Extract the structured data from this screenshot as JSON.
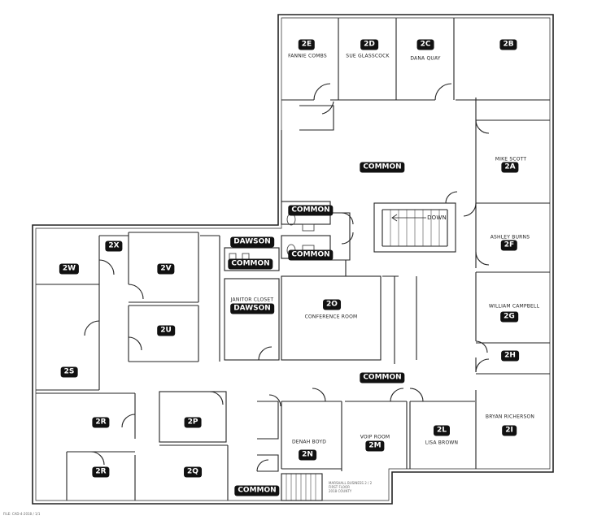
{
  "plan": {
    "rooms": [
      {
        "id": "2E",
        "occupant": "FANNIE COMBS"
      },
      {
        "id": "2D",
        "occupant": "SUE GLASSCOCK"
      },
      {
        "id": "2C",
        "occupant": "DANA QUAY"
      },
      {
        "id": "2B",
        "occupant": ""
      },
      {
        "id": "2A",
        "occupant": "MIKE SCOTT"
      },
      {
        "id": "2F",
        "occupant": "ASHLEY BURNS"
      },
      {
        "id": "2G",
        "occupant": "WILLIAM CAMPBELL"
      },
      {
        "id": "2H",
        "occupant": ""
      },
      {
        "id": "2I",
        "occupant": "BRYAN RICHERSON"
      },
      {
        "id": "2L",
        "occupant": "LISA BROWN"
      },
      {
        "id": "2M",
        "occupant": "VOIP ROOM"
      },
      {
        "id": "2N",
        "occupant": "DENAH BOYD"
      },
      {
        "id": "2O",
        "occupant": "CONFERENCE ROOM"
      },
      {
        "id": "2P",
        "occupant": ""
      },
      {
        "id": "2Q",
        "occupant": ""
      },
      {
        "id": "2R",
        "occupant": ""
      },
      {
        "id": "2R",
        "occupant": ""
      },
      {
        "id": "2S",
        "occupant": ""
      },
      {
        "id": "2U",
        "occupant": ""
      },
      {
        "id": "2V",
        "occupant": ""
      },
      {
        "id": "2W",
        "occupant": ""
      },
      {
        "id": "2X",
        "occupant": ""
      }
    ],
    "areas": [
      "COMMON",
      "COMMON",
      "COMMON",
      "COMMON",
      "COMMON",
      "DAWSON",
      "DAWSON"
    ],
    "janitor_closet": "JANITOR CLOSET",
    "stair_down": "DOWN",
    "title_block": [
      "MARSHALL BUSINESS 2 / 2",
      "FIRST FLOOR",
      "2018 COUNTY"
    ],
    "footer_note": "FILE: CAD-4-2018 / 1/1"
  }
}
